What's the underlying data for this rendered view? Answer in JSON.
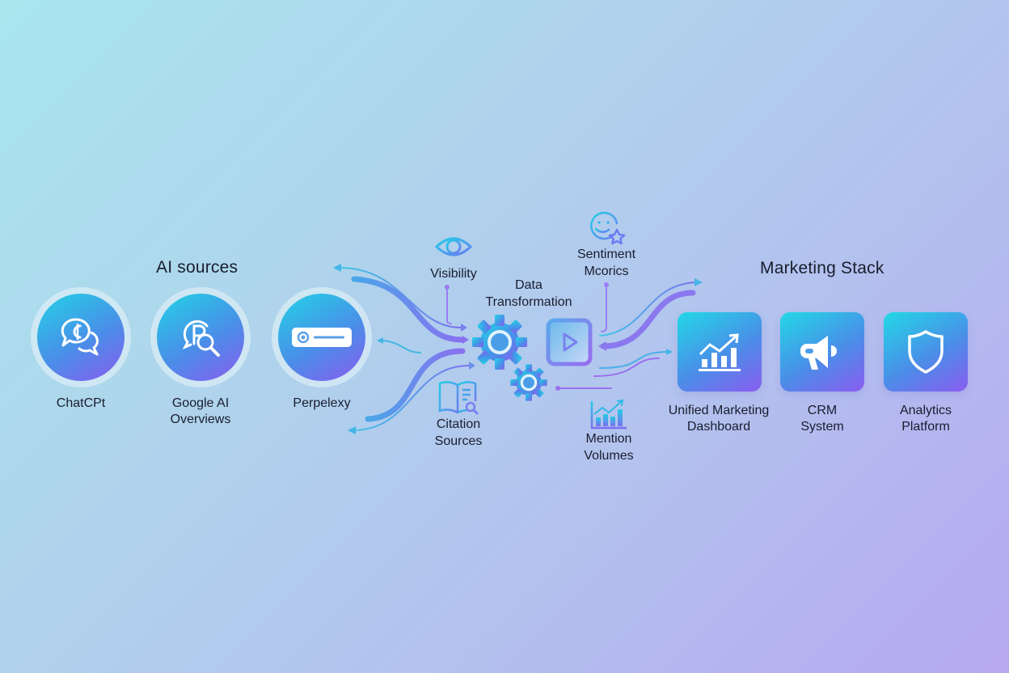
{
  "colors": {
    "bg_top_left": "#a8e6ee",
    "bg_bottom_right": "#b6a8f1",
    "accent_cyan": "#22d3e6",
    "accent_blue": "#4a8ee8",
    "accent_purple": "#8a5cf0",
    "text": "#1a1d2e"
  },
  "ai_sources": {
    "title": "AI sources",
    "items": [
      {
        "label": "ChatCPt",
        "icon": "chat-bubbles-icon"
      },
      {
        "label": "Google AI\nOverviews",
        "icon": "p-search-icon"
      },
      {
        "label": "Perpelexy",
        "icon": "search-bar-icon"
      }
    ]
  },
  "center": {
    "title": "Data\nTransformation",
    "metrics": [
      {
        "label": "Visibility",
        "icon": "eye-icon"
      },
      {
        "label": "Sentiment\nMcorics",
        "icon": "smiley-star-icon"
      },
      {
        "label": "Citation\nSources",
        "icon": "book-search-icon"
      },
      {
        "label": "Mention\nVolumes",
        "icon": "bar-chart-trend-icon"
      }
    ],
    "icons": [
      "gear-icon",
      "gear-small-icon",
      "play-icon"
    ]
  },
  "marketing_stack": {
    "title": "Marketing Stack",
    "items": [
      {
        "label": "Unified Marketing\nDashboard",
        "icon": "chart-up-icon"
      },
      {
        "label": "CRM\nSystem",
        "icon": "megaphone-icon"
      },
      {
        "label": "Analytics\nPlatform",
        "icon": "shield-icon"
      }
    ]
  }
}
